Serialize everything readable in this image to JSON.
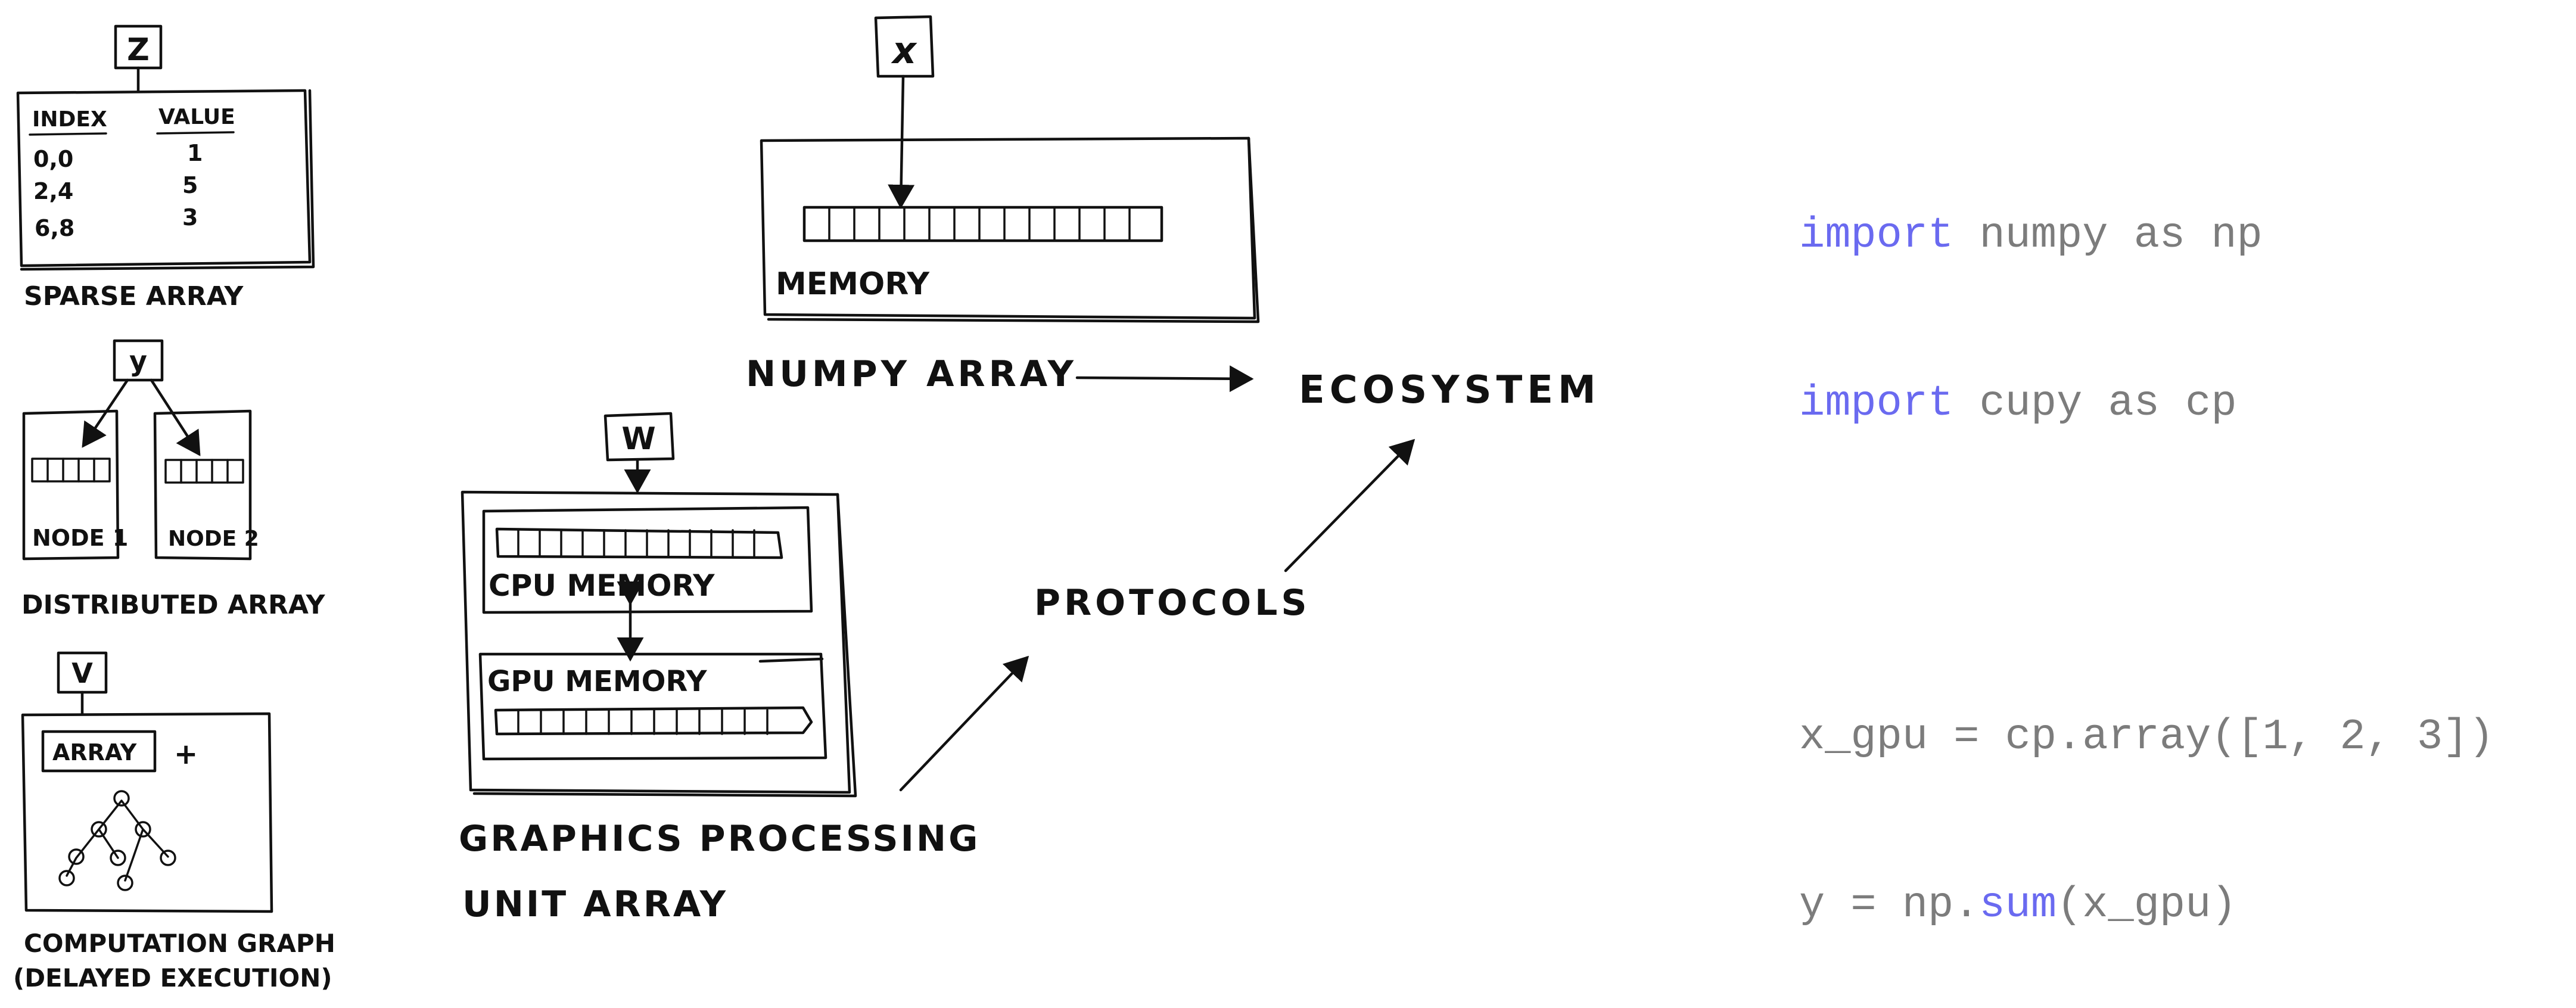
{
  "sparse": {
    "var": "Z",
    "col_index": "INDEX",
    "col_value": "VALUE",
    "rows": [
      {
        "index": "0,0",
        "value": "1"
      },
      {
        "index": "2,4",
        "value": "5"
      },
      {
        "index": "6,8",
        "value": "3"
      }
    ],
    "caption": "SPARSE ARRAY"
  },
  "distributed": {
    "var": "y",
    "node1": "NODE 1",
    "node2": "NODE 2",
    "caption": "DISTRIBUTED ARRAY"
  },
  "graph": {
    "var": "V",
    "array_label": "ARRAY",
    "plus": "+",
    "caption_line1": "COMPUTATION GRAPH",
    "caption_line2": "(DELAYED EXECUTION)"
  },
  "numpy": {
    "var": "x",
    "memory_label": "MEMORY",
    "caption": "NUMPY ARRAY"
  },
  "gpu": {
    "var": "W",
    "cpu_label": "CPU MEMORY",
    "gpu_label": "GPU MEMORY",
    "caption_line1": "GRAPHICS PROCESSING",
    "caption_line2": "UNIT ARRAY"
  },
  "ecosystem": {
    "label": "ECOSYSTEM"
  },
  "protocols": {
    "label": "PROTOCOLS"
  },
  "code": {
    "line1": {
      "kw": "import",
      "rest": " numpy as np"
    },
    "line2": {
      "kw": "import",
      "rest": " cupy as cp"
    },
    "line3": {
      "text": "x_gpu = cp.array([1, 2, 3])"
    },
    "line4": {
      "pre": "y = np.",
      "fn": "sum",
      "post": "(x_gpu)"
    },
    "keyword_color": "#6a6af0",
    "text_color": "#7c7c7c"
  }
}
